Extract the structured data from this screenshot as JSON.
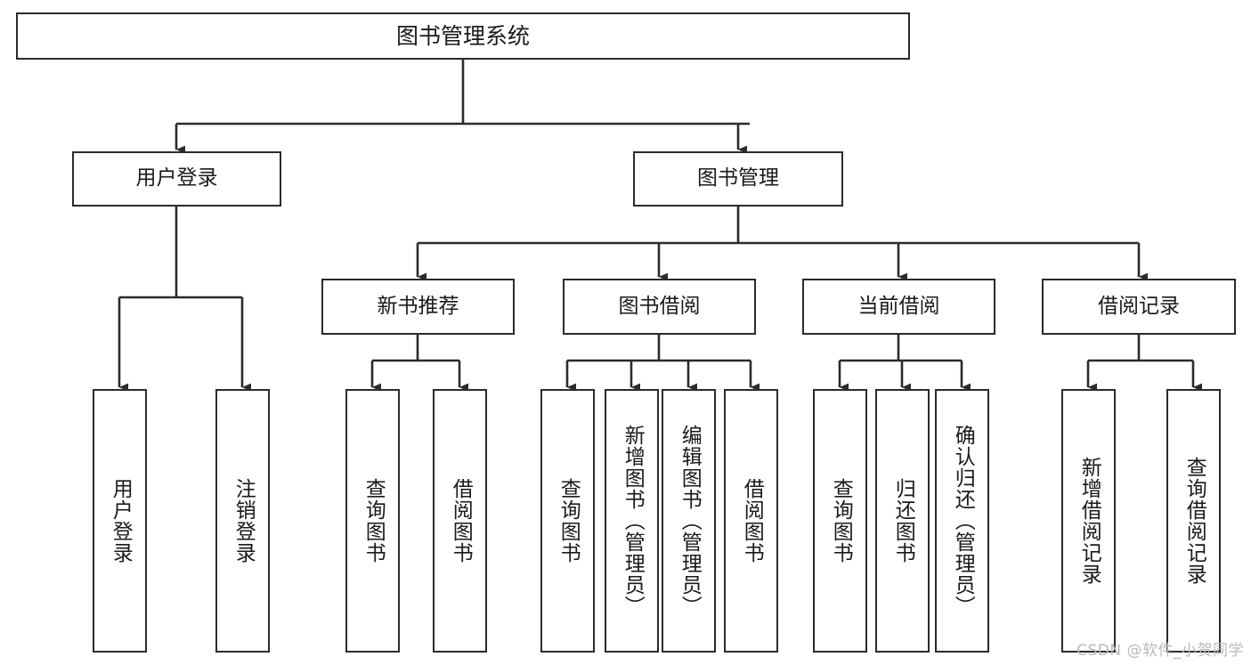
{
  "diagram": {
    "type": "tree-hierarchy",
    "title": "图书管理系统",
    "watermark": "CSDN @软件_小贺同学",
    "colors": {
      "box_border": "#2b2b2b",
      "box_fill": "#ffffff",
      "connector": "#2b2b2b",
      "text": "#1a1a1a",
      "watermark": "#b9b9b9",
      "background": "#ffffff"
    },
    "nodes": {
      "root": {
        "label": "图书管理系统"
      },
      "level2": [
        {
          "id": "user-login",
          "label": "用户登录"
        },
        {
          "id": "book-management",
          "label": "图书管理"
        }
      ],
      "level3": [
        {
          "id": "new-book-recommend",
          "label": "新书推荐"
        },
        {
          "id": "book-borrow",
          "label": "图书借阅"
        },
        {
          "id": "current-borrow",
          "label": "当前借阅"
        },
        {
          "id": "borrow-record",
          "label": "借阅记录"
        }
      ],
      "leaves": {
        "user-login": [
          {
            "id": "leaf-user-login",
            "label": "用户登录"
          },
          {
            "id": "leaf-logout-login",
            "label": "注销登录"
          }
        ],
        "new-book-recommend": [
          {
            "id": "leaf-query-book-1",
            "label": "查询图书"
          },
          {
            "id": "leaf-borrow-book-1",
            "label": "借阅图书"
          }
        ],
        "book-borrow": [
          {
            "id": "leaf-query-book-2",
            "label": "查询图书"
          },
          {
            "id": "leaf-add-book",
            "label": "新增图书（管理员）"
          },
          {
            "id": "leaf-edit-book",
            "label": "编辑图书（管理员）"
          },
          {
            "id": "leaf-borrow-book-2",
            "label": "借阅图书"
          }
        ],
        "current-borrow": [
          {
            "id": "leaf-query-book-3",
            "label": "查询图书"
          },
          {
            "id": "leaf-return-book",
            "label": "归还图书"
          },
          {
            "id": "leaf-confirm-return",
            "label": "确认归还（管理员）"
          }
        ],
        "borrow-record": [
          {
            "id": "leaf-add-record",
            "label": "新增借阅记录"
          },
          {
            "id": "leaf-query-record",
            "label": "查询借阅记录"
          }
        ]
      }
    },
    "edges": [
      {
        "from": "root",
        "to": "user-login"
      },
      {
        "from": "root",
        "to": "book-management"
      },
      {
        "from": "user-login",
        "to": "leaf-user-login"
      },
      {
        "from": "user-login",
        "to": "leaf-logout-login"
      },
      {
        "from": "book-management",
        "to": "new-book-recommend"
      },
      {
        "from": "book-management",
        "to": "book-borrow"
      },
      {
        "from": "book-management",
        "to": "current-borrow"
      },
      {
        "from": "book-management",
        "to": "borrow-record"
      },
      {
        "from": "new-book-recommend",
        "to": "leaf-query-book-1"
      },
      {
        "from": "new-book-recommend",
        "to": "leaf-borrow-book-1"
      },
      {
        "from": "book-borrow",
        "to": "leaf-query-book-2"
      },
      {
        "from": "book-borrow",
        "to": "leaf-add-book"
      },
      {
        "from": "book-borrow",
        "to": "leaf-edit-book"
      },
      {
        "from": "book-borrow",
        "to": "leaf-borrow-book-2"
      },
      {
        "from": "current-borrow",
        "to": "leaf-query-book-3"
      },
      {
        "from": "current-borrow",
        "to": "leaf-return-book"
      },
      {
        "from": "current-borrow",
        "to": "leaf-confirm-return"
      },
      {
        "from": "borrow-record",
        "to": "leaf-add-record"
      },
      {
        "from": "borrow-record",
        "to": "leaf-query-record"
      }
    ]
  }
}
